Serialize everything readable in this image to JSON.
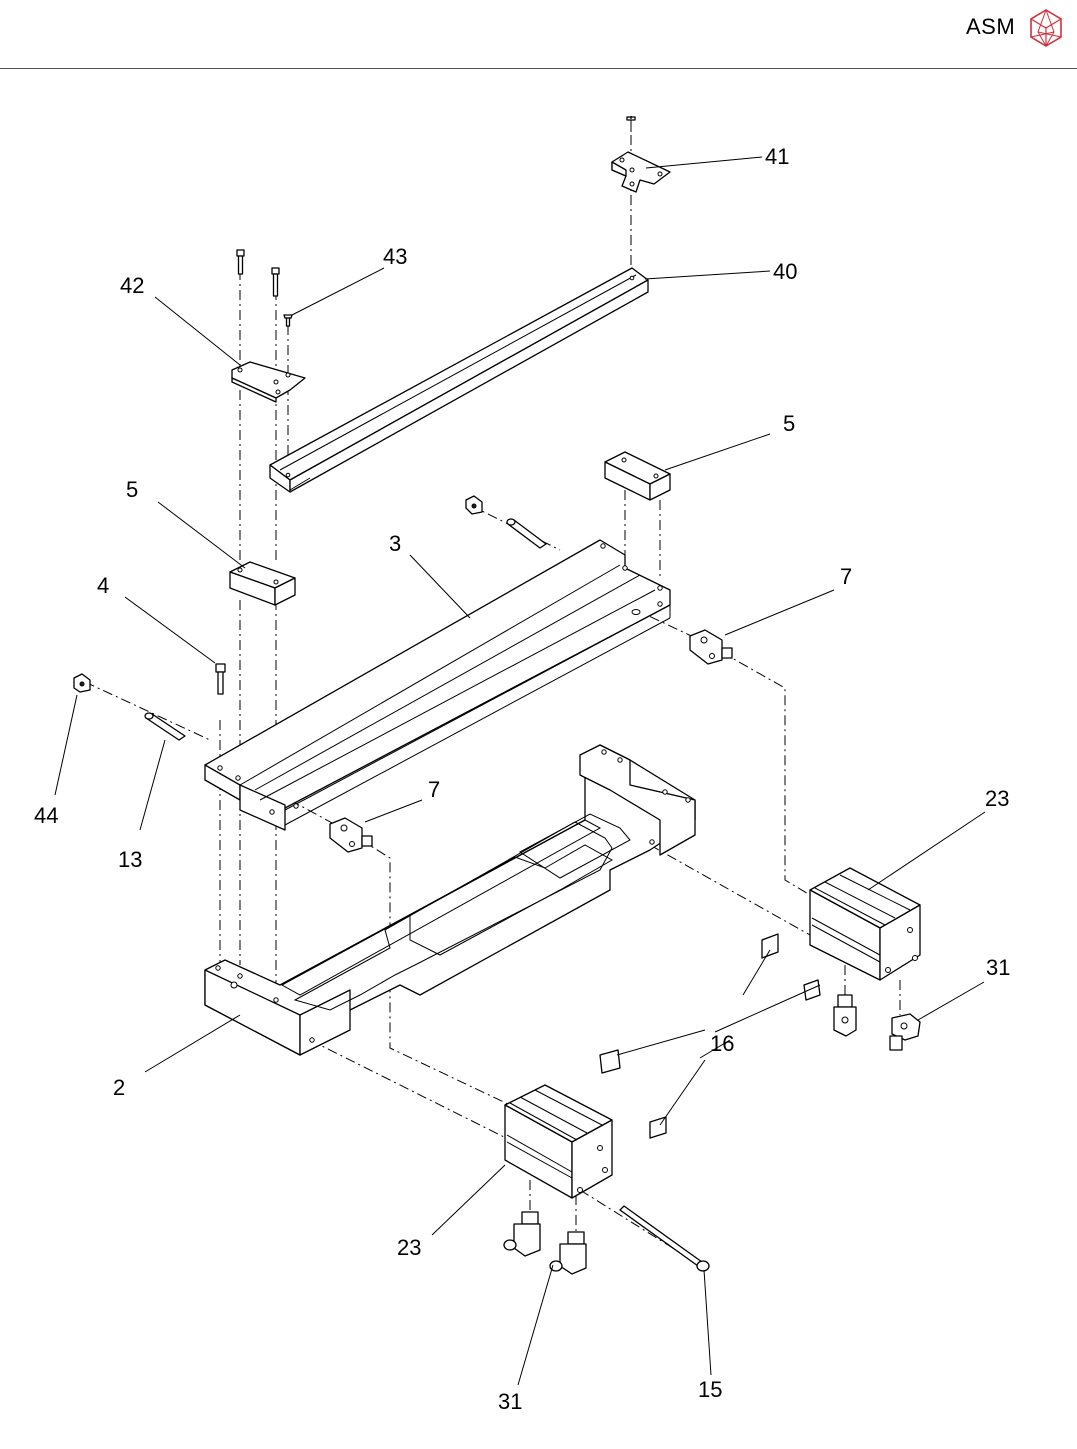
{
  "brand": {
    "name": "ASM",
    "accent": "#d0303a"
  },
  "callouts": {
    "c41": "41",
    "c40": "40",
    "c43": "43",
    "c42": "42",
    "c5a": "5",
    "c5b": "5",
    "c3": "3",
    "c7a": "7",
    "c4": "4",
    "c44": "44",
    "c13": "13",
    "c7b": "7",
    "c23a": "23",
    "c31a": "31",
    "c16": "16",
    "c2": "2",
    "c23b": "23",
    "c31b": "31",
    "c15": "15"
  }
}
